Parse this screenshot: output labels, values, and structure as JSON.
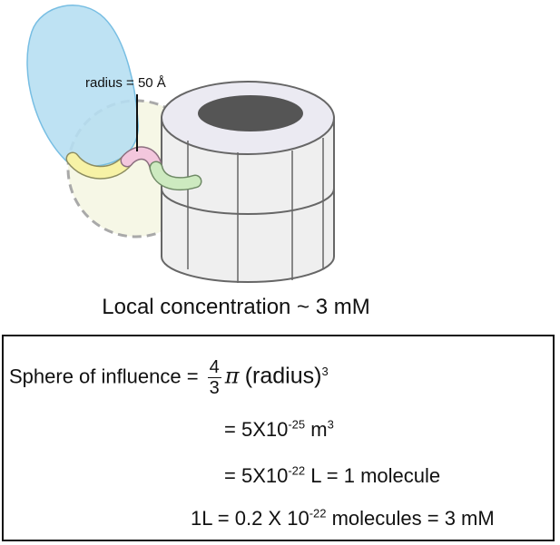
{
  "diagram": {
    "radius_label": "radius = 50 Å"
  },
  "caption": {
    "local_concentration": "Local concentration ~ 3 mM"
  },
  "equations": {
    "line1": {
      "prefix": "Sphere of influence = ",
      "frac_num": "4",
      "frac_den": "3",
      "pi": "π",
      "suffix": "(radius)",
      "exponent": "3"
    },
    "line2": {
      "prefix": "= 5X10",
      "exp1": "-25",
      "mid": " m",
      "exp2": "3"
    },
    "line3": {
      "prefix": "= 5X10",
      "exp1": "-22",
      "suffix": " L = 1 molecule"
    },
    "line4": {
      "prefix": "1L = 0.2 X 10",
      "exp1": "-22",
      "suffix": " molecules = 3 mM"
    }
  },
  "colors": {
    "domain_blue": "#b7dff2",
    "sphere_fill": "#f6f7e6",
    "linker_yellow": "#f7f2a6",
    "linker_pink": "#f3c7dd",
    "linker_green": "#cdeac0",
    "cylinder": "#eeeeee",
    "cylinder_top": "#e6e6f0",
    "pore": "#555555"
  }
}
